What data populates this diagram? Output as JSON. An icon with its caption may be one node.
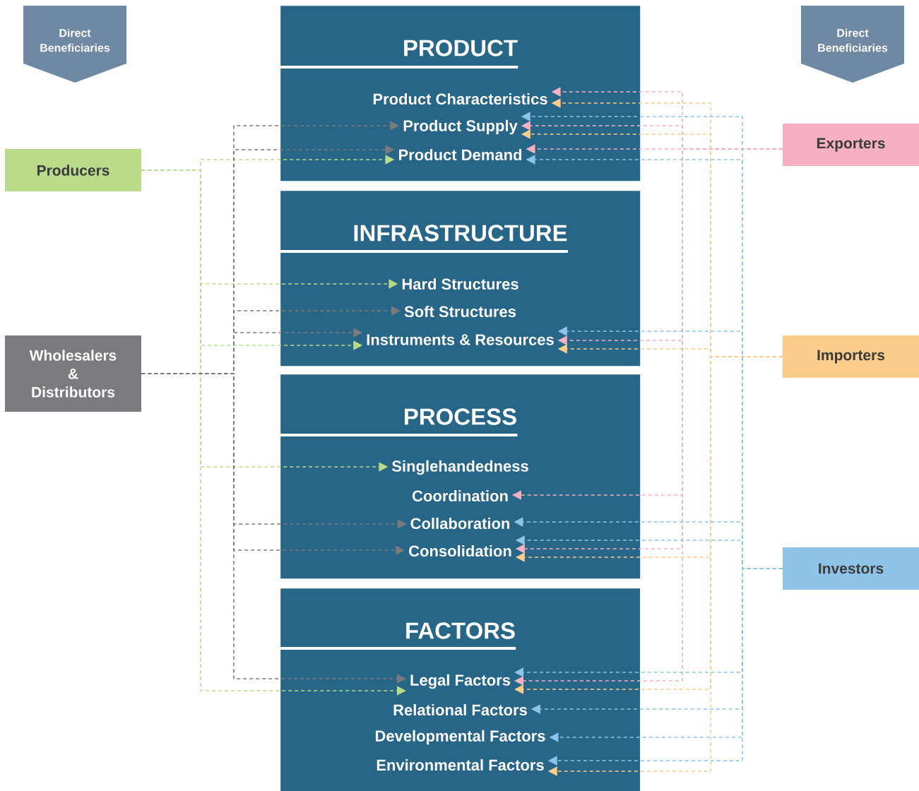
{
  "diagram": {
    "nodes": [
      {
        "text": [
          "Direct Beneficiaries"
        ]
      },
      {
        "text": [
          "Direct Beneficiaries"
        ]
      },
      {
        "text": [
          "Producers"
        ]
      },
      {
        "text": [
          "Wholesalers & Distributors"
        ]
      },
      {
        "text": [
          "Exporters"
        ]
      },
      {
        "text": [
          "Importers"
        ]
      },
      {
        "text": [
          "Investors"
        ]
      },
      {
        "text": [
          "PRODUCT"
        ]
      },
      {
        "text": [
          "Product Characteristics"
        ],
        "in": 7
      },
      {
        "text": [
          "Product Supply"
        ],
        "in": 7
      },
      {
        "text": [
          "Product Demand"
        ],
        "in": 7
      },
      {
        "text": [
          "INFRASTRUCTURE"
        ]
      },
      {
        "text": [
          "Hard Structures"
        ],
        "in": 11
      },
      {
        "text": [
          "Soft Structures"
        ],
        "in": 11
      },
      {
        "text": [
          "Instruments & Resources"
        ],
        "in": 11
      },
      {
        "text": [
          "PROCESS"
        ]
      },
      {
        "text": [
          "Singlehandedness"
        ],
        "in": 15
      },
      {
        "text": [
          "Coordination"
        ],
        "in": 15
      },
      {
        "text": [
          "Collaboration"
        ],
        "in": 15
      },
      {
        "text": [
          "Consolidation"
        ],
        "in": 15
      },
      {
        "text": [
          "FACTORS"
        ]
      },
      {
        "text": [
          "Legal Factors"
        ],
        "in": 20
      },
      {
        "text": [
          "Relational Factors"
        ],
        "in": 20
      },
      {
        "text": [
          "Developmental Factors"
        ],
        "in": 20
      },
      {
        "text": [
          "Environmental Factors"
        ],
        "in": 20
      }
    ],
    "edges": [
      {
        "from": 2,
        "to": 10,
        "arrow": "to",
        "style": "dashed",
        "color": "#b9db8a"
      },
      {
        "from": 2,
        "to": 12,
        "arrow": "to",
        "style": "dashed",
        "color": "#b9db8a"
      },
      {
        "from": 2,
        "to": 14,
        "arrow": "to",
        "style": "dashed",
        "color": "#b9db8a"
      },
      {
        "from": 2,
        "to": 16,
        "arrow": "to",
        "style": "dashed",
        "color": "#b9db8a"
      },
      {
        "from": 2,
        "to": 21,
        "arrow": "to",
        "style": "dashed",
        "color": "#b9db8a"
      },
      {
        "from": 3,
        "to": 9,
        "arrow": "to",
        "style": "dashed",
        "color": "#7b7b7f"
      },
      {
        "from": 3,
        "to": 10,
        "arrow": "to",
        "style": "dashed",
        "color": "#7b7b7f"
      },
      {
        "from": 3,
        "to": 13,
        "arrow": "to",
        "style": "dashed",
        "color": "#7b7b7f"
      },
      {
        "from": 3,
        "to": 14,
        "arrow": "to",
        "style": "dashed",
        "color": "#7b7b7f"
      },
      {
        "from": 3,
        "to": 18,
        "arrow": "to",
        "style": "dashed",
        "color": "#7b7b7f"
      },
      {
        "from": 3,
        "to": 19,
        "arrow": "to",
        "style": "dashed",
        "color": "#7b7b7f"
      },
      {
        "from": 3,
        "to": 21,
        "arrow": "to",
        "style": "dashed",
        "color": "#7b7b7f"
      },
      {
        "from": 4,
        "to": 8,
        "arrow": "to",
        "style": "dashed",
        "color": "#f5b0c2"
      },
      {
        "from": 4,
        "to": 9,
        "arrow": "to",
        "style": "dashed",
        "color": "#f5b0c2"
      },
      {
        "from": 4,
        "to": 10,
        "arrow": "to",
        "style": "dashed",
        "color": "#f5b0c2"
      },
      {
        "from": 4,
        "to": 14,
        "arrow": "to",
        "style": "dashed",
        "color": "#f5b0c2"
      },
      {
        "from": 4,
        "to": 17,
        "arrow": "to",
        "style": "dashed",
        "color": "#f5b0c2"
      },
      {
        "from": 4,
        "to": 19,
        "arrow": "to",
        "style": "dashed",
        "color": "#f5b0c2"
      },
      {
        "from": 4,
        "to": 21,
        "arrow": "to",
        "style": "dashed",
        "color": "#f5b0c2"
      },
      {
        "from": 5,
        "to": 8,
        "arrow": "to",
        "style": "dashed",
        "color": "#fccc8a"
      },
      {
        "from": 5,
        "to": 9,
        "arrow": "to",
        "style": "dashed",
        "color": "#fccc8a"
      },
      {
        "from": 5,
        "to": 14,
        "arrow": "to",
        "style": "dashed",
        "color": "#fccc8a"
      },
      {
        "from": 5,
        "to": 19,
        "arrow": "to",
        "style": "dashed",
        "color": "#fccc8a"
      },
      {
        "from": 5,
        "to": 21,
        "arrow": "to",
        "style": "dashed",
        "color": "#fccc8a"
      },
      {
        "from": 5,
        "to": 24,
        "arrow": "to",
        "style": "dashed",
        "color": "#fccc8a"
      },
      {
        "from": 6,
        "to": 9,
        "arrow": "to",
        "style": "dashed",
        "color": "#8ec4ea"
      },
      {
        "from": 6,
        "to": 10,
        "arrow": "to",
        "style": "dashed",
        "color": "#8ec4ea"
      },
      {
        "from": 6,
        "to": 14,
        "arrow": "to",
        "style": "dashed",
        "color": "#8ec4ea"
      },
      {
        "from": 6,
        "to": 18,
        "arrow": "to",
        "style": "dashed",
        "color": "#8ec4ea"
      },
      {
        "from": 6,
        "to": 19,
        "arrow": "to",
        "style": "dashed",
        "color": "#8ec4ea"
      },
      {
        "from": 6,
        "to": 21,
        "arrow": "to",
        "style": "dashed",
        "color": "#8ec4ea"
      },
      {
        "from": 6,
        "to": 22,
        "arrow": "to",
        "style": "dashed",
        "color": "#8ec4ea"
      },
      {
        "from": 6,
        "to": 23,
        "arrow": "to",
        "style": "dashed",
        "color": "#8ec4ea"
      },
      {
        "from": 6,
        "to": 24,
        "arrow": "to",
        "style": "dashed",
        "color": "#8ec4ea"
      }
    ]
  }
}
